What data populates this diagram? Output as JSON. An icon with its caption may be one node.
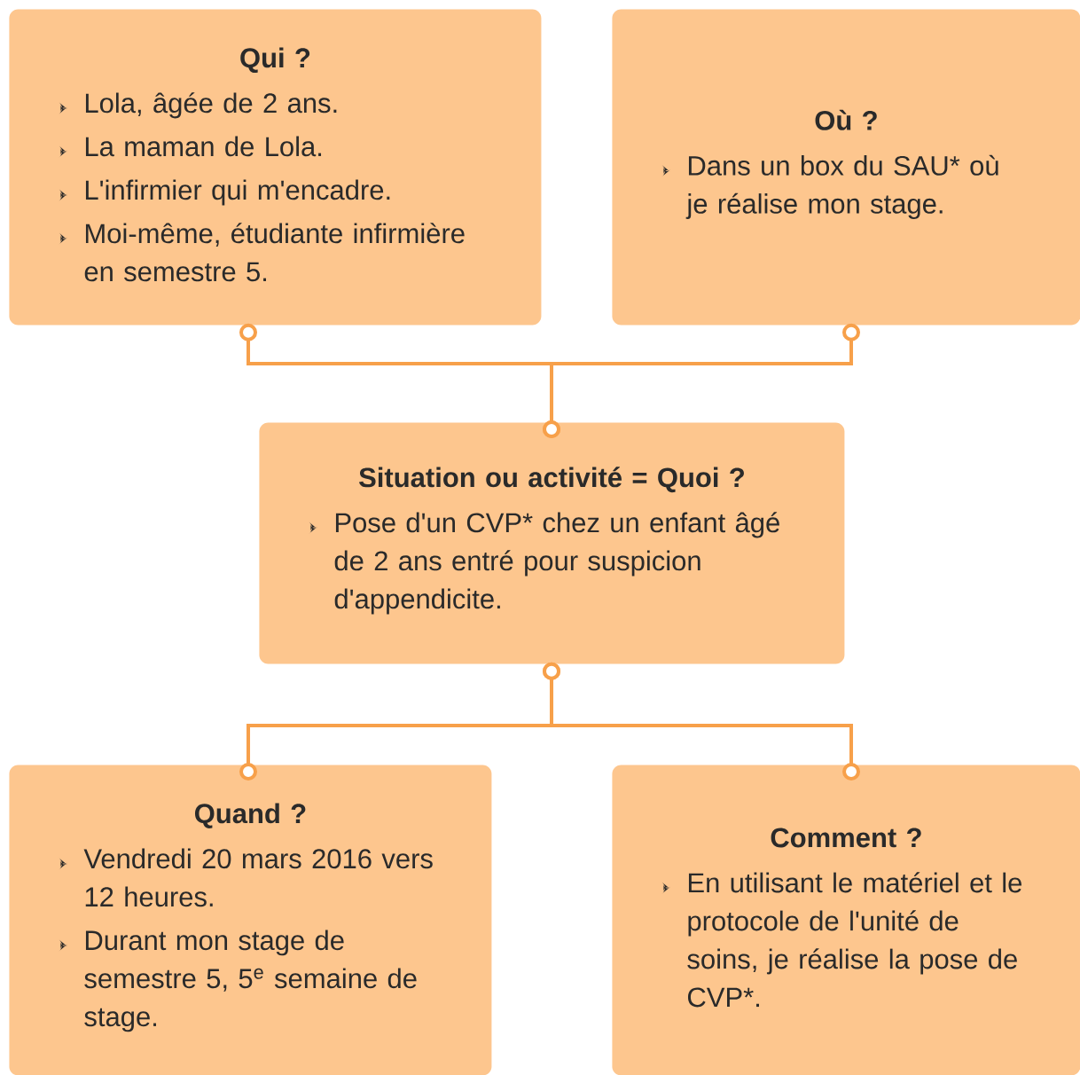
{
  "diagram": {
    "nodes": [
      {
        "text": [
          "Qui ?",
          "Lola, âgée de 2 ans.",
          "La maman de Lola.",
          "L'infirmier qui m'encadre.",
          "Moi-même, étudiante infirmière en semestre 5."
        ]
      },
      {
        "text": [
          "Où ?",
          "Dans un box du SAU* où je réalise mon stage."
        ]
      },
      {
        "text": [
          "Situation ou activité = Quoi ?",
          "Pose d'un CVP* chez un enfant âgé de 2 ans entré pour suspicion d'appendicite."
        ]
      },
      {
        "text": [
          "Quand ?",
          "Vendredi 20 mars 2016 vers 12 heures.",
          "Durant mon stage de semestre 5, 5$^{e}$ semaine de stage."
        ]
      },
      {
        "text": [
          "Comment ?",
          "En utilisant le matériel et le protocole de l'unité de soins, je réalise la pose de CVP*."
        ]
      }
    ],
    "edges": [
      {
        "from": 0,
        "to": 2,
        "arrow": "other"
      },
      {
        "from": 1,
        "to": 2,
        "arrow": "other"
      },
      {
        "from": 2,
        "to": 3,
        "arrow": "other"
      },
      {
        "from": 2,
        "to": 4,
        "arrow": "other"
      }
    ]
  }
}
